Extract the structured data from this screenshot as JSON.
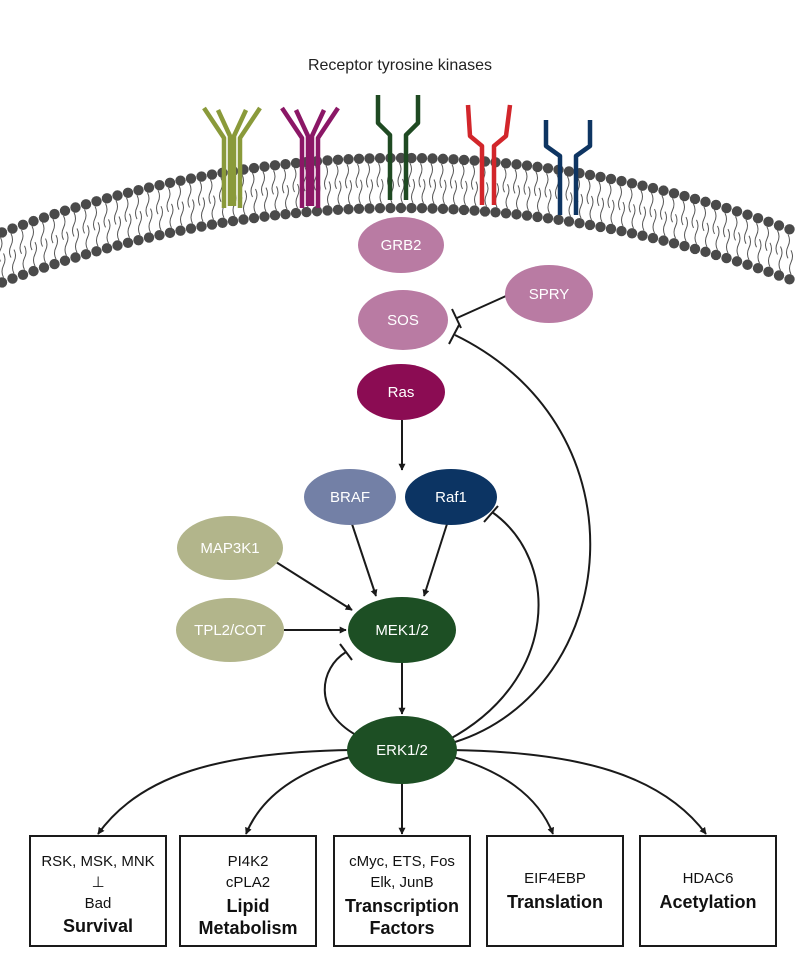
{
  "title": "Receptor tyrosine kinases",
  "receptor_colors": [
    "#8a9a3a",
    "#8b1766",
    "#1f4a22",
    "#d2262b",
    "#0e3562"
  ],
  "colors": {
    "light_pink": "#b97ba3",
    "ras": "#8b0c53",
    "braf": "#7380a6",
    "raf1": "#0c3463",
    "olive": "#b2b58b",
    "dark_green": "#1d4f24",
    "membrane_head": "#4a4a4a"
  },
  "nodes": {
    "grb2": "GRB2",
    "sos": "SOS",
    "spry": "SPRY",
    "ras": "Ras",
    "braf": "BRAF",
    "raf1": "Raf1",
    "map3k1": "MAP3K1",
    "tpl2": "TPL2/COT",
    "mek": "MEK1/2",
    "erk": "ERK1/2"
  },
  "boxes": {
    "survival": {
      "lines": [
        "RSK, MSK, MNK",
        "⊥",
        "Bad"
      ],
      "bold": [
        "Survival"
      ]
    },
    "lipid": {
      "lines": [
        "PI4K2",
        "cPLA2"
      ],
      "bold": [
        "Lipid",
        "Metabolism"
      ]
    },
    "transcription": {
      "lines": [
        "cMyc, ETS, Fos",
        "Elk, JunB"
      ],
      "bold": [
        "Transcription",
        "Factors"
      ]
    },
    "translation": {
      "lines": [
        "EIF4EBP"
      ],
      "bold": [
        "Translation"
      ]
    },
    "acetylation": {
      "lines": [
        "HDAC6"
      ],
      "bold": [
        "Acetylation"
      ]
    }
  }
}
